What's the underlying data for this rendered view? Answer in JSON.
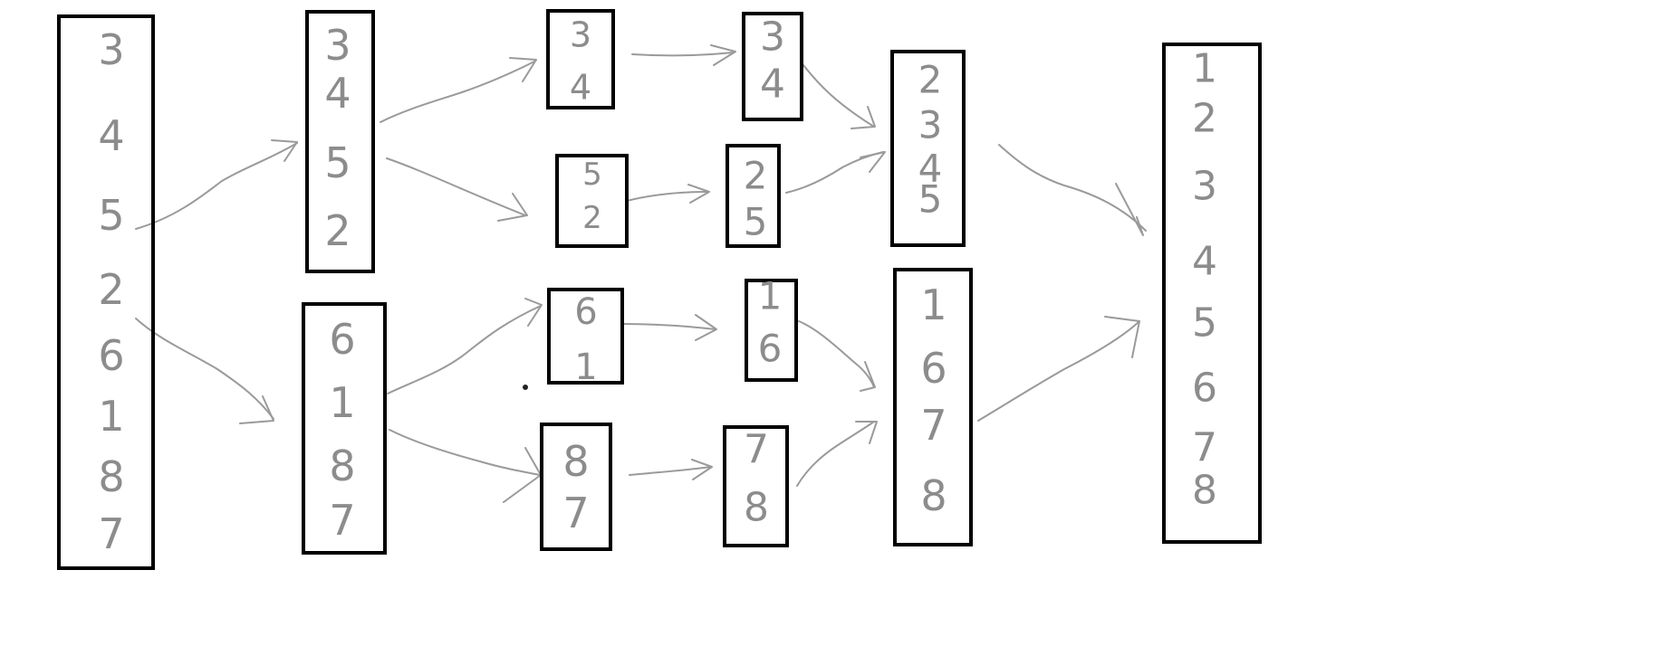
{
  "diagram": {
    "boxes": [
      {
        "id": "unsorted",
        "values": [
          "3",
          "4",
          "5",
          "2",
          "6",
          "1",
          "8",
          "7"
        ]
      },
      {
        "id": "split-top",
        "values": [
          "3",
          "4",
          "5",
          "2"
        ]
      },
      {
        "id": "split-bottom",
        "values": [
          "6",
          "1",
          "8",
          "7"
        ]
      },
      {
        "id": "pair-34",
        "values": [
          "3",
          "4"
        ]
      },
      {
        "id": "pair-52",
        "values": [
          "5",
          "2"
        ]
      },
      {
        "id": "pair-61",
        "values": [
          "6",
          "1"
        ]
      },
      {
        "id": "pair-87",
        "values": [
          "8",
          "7"
        ]
      },
      {
        "id": "sorted-34",
        "values": [
          "3",
          "4"
        ]
      },
      {
        "id": "sorted-25",
        "values": [
          "2",
          "5"
        ]
      },
      {
        "id": "sorted-16",
        "values": [
          "1",
          "6"
        ]
      },
      {
        "id": "sorted-78",
        "values": [
          "7",
          "8"
        ]
      },
      {
        "id": "merged-2345",
        "values": [
          "2",
          "3",
          "4",
          "5"
        ]
      },
      {
        "id": "merged-1678",
        "values": [
          "1",
          "6",
          "7",
          "8"
        ]
      },
      {
        "id": "final",
        "values": [
          "1",
          "2",
          "3",
          "4",
          "5",
          "6",
          "7",
          "8"
        ]
      }
    ],
    "arrows": [
      {
        "from": "unsorted",
        "to": "split-top"
      },
      {
        "from": "unsorted",
        "to": "split-bottom"
      },
      {
        "from": "split-top",
        "to": "pair-34"
      },
      {
        "from": "split-top",
        "to": "pair-52"
      },
      {
        "from": "split-bottom",
        "to": "pair-61"
      },
      {
        "from": "split-bottom",
        "to": "pair-87"
      },
      {
        "from": "pair-34",
        "to": "sorted-34"
      },
      {
        "from": "pair-52",
        "to": "sorted-25"
      },
      {
        "from": "pair-61",
        "to": "sorted-16"
      },
      {
        "from": "pair-87",
        "to": "sorted-78"
      },
      {
        "from": "sorted-34",
        "to": "merged-2345"
      },
      {
        "from": "sorted-25",
        "to": "merged-2345"
      },
      {
        "from": "sorted-16",
        "to": "merged-1678"
      },
      {
        "from": "sorted-78",
        "to": "merged-1678"
      },
      {
        "from": "merged-2345",
        "to": "final"
      },
      {
        "from": "merged-1678",
        "to": "final"
      }
    ],
    "colors": {
      "box_stroke": "#000000",
      "digit": "#8c8c8c",
      "arrow": "#9a9a9a",
      "background": "#ffffff"
    }
  }
}
